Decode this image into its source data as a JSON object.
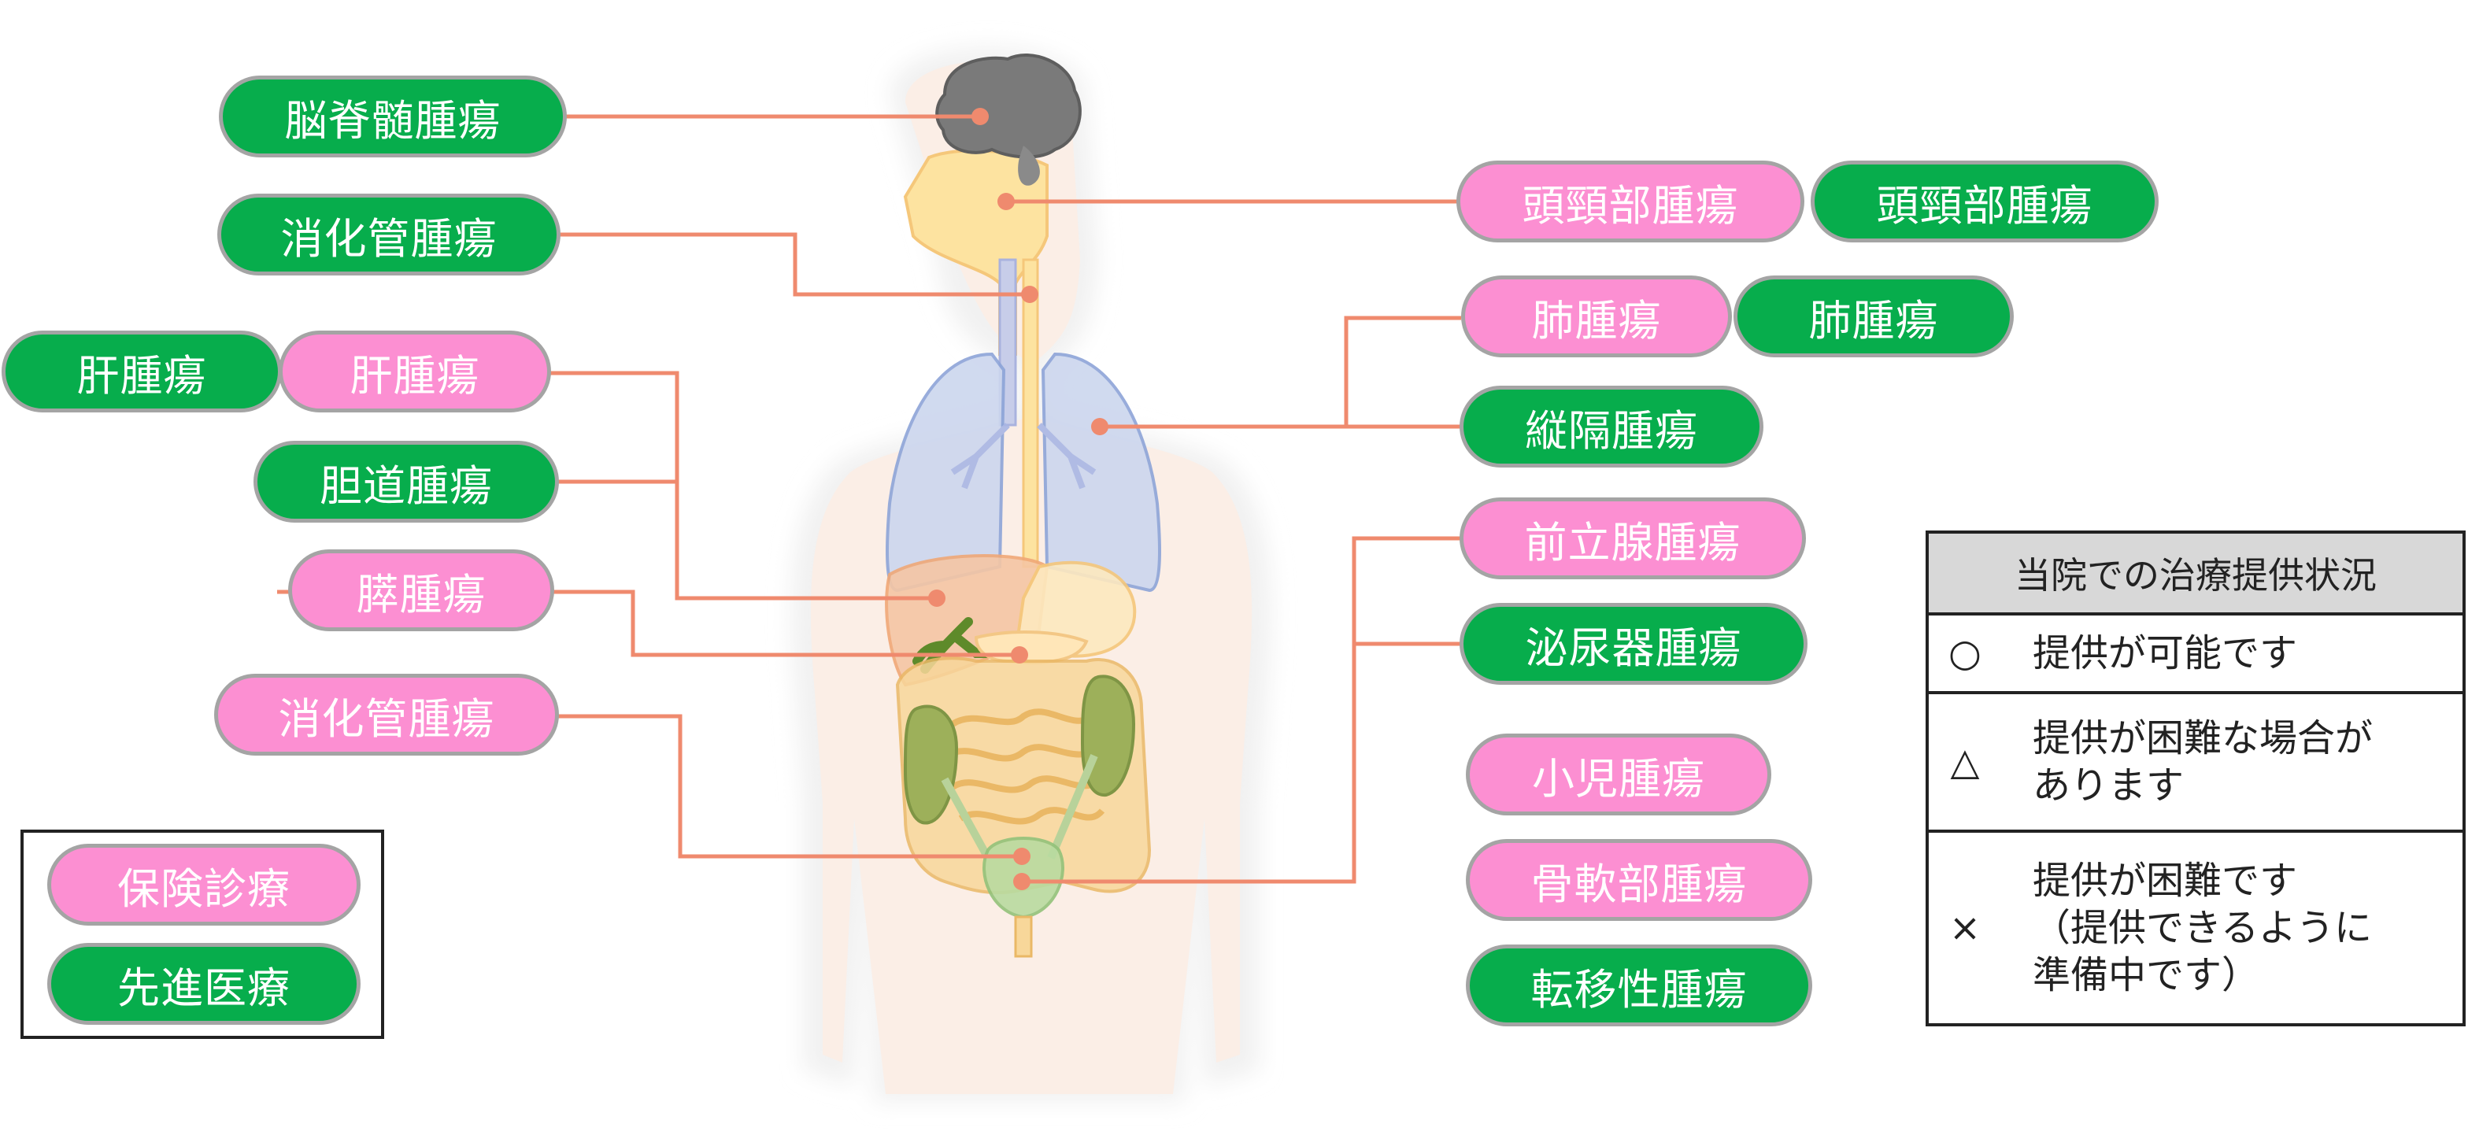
{
  "labels": {
    "brain_spinal": "脳脊髄腫瘍",
    "digestive_upper": "消化管腫瘍",
    "liver_green": "肝腫瘍",
    "liver_pink": "肝腫瘍",
    "biliary": "胆道腫瘍",
    "pancreas": "膵腫瘍",
    "digestive_lower": "消化管腫瘍",
    "head_neck_pink": "頭頸部腫瘍",
    "head_neck_green": "頭頸部腫瘍",
    "lung_pink": "肺腫瘍",
    "lung_green": "肺腫瘍",
    "mediastinum": "縦隔腫瘍",
    "prostate": "前立腺腫瘍",
    "urology": "泌尿器腫瘍",
    "pediatric": "小児腫瘍",
    "bone_soft": "骨軟部腫瘍",
    "metastatic": "転移性腫瘍"
  },
  "legend": {
    "insurance": "保険診療",
    "advanced": "先進医療"
  },
  "status_table": {
    "header": "当院での治療提供状況",
    "rows": [
      {
        "symbol": "○",
        "text": "提供が可能です"
      },
      {
        "symbol": "△",
        "text": "提供が困難な場合が\nあります"
      },
      {
        "symbol": "×",
        "text": "提供が困難です\n（提供できるように\n準備中です）"
      }
    ]
  },
  "colors": {
    "insurance_pink": "#fc8fd2",
    "advanced_green": "#07ad4c",
    "leader_line": "#ef8a6e",
    "pill_border": "#a4a4a4"
  }
}
